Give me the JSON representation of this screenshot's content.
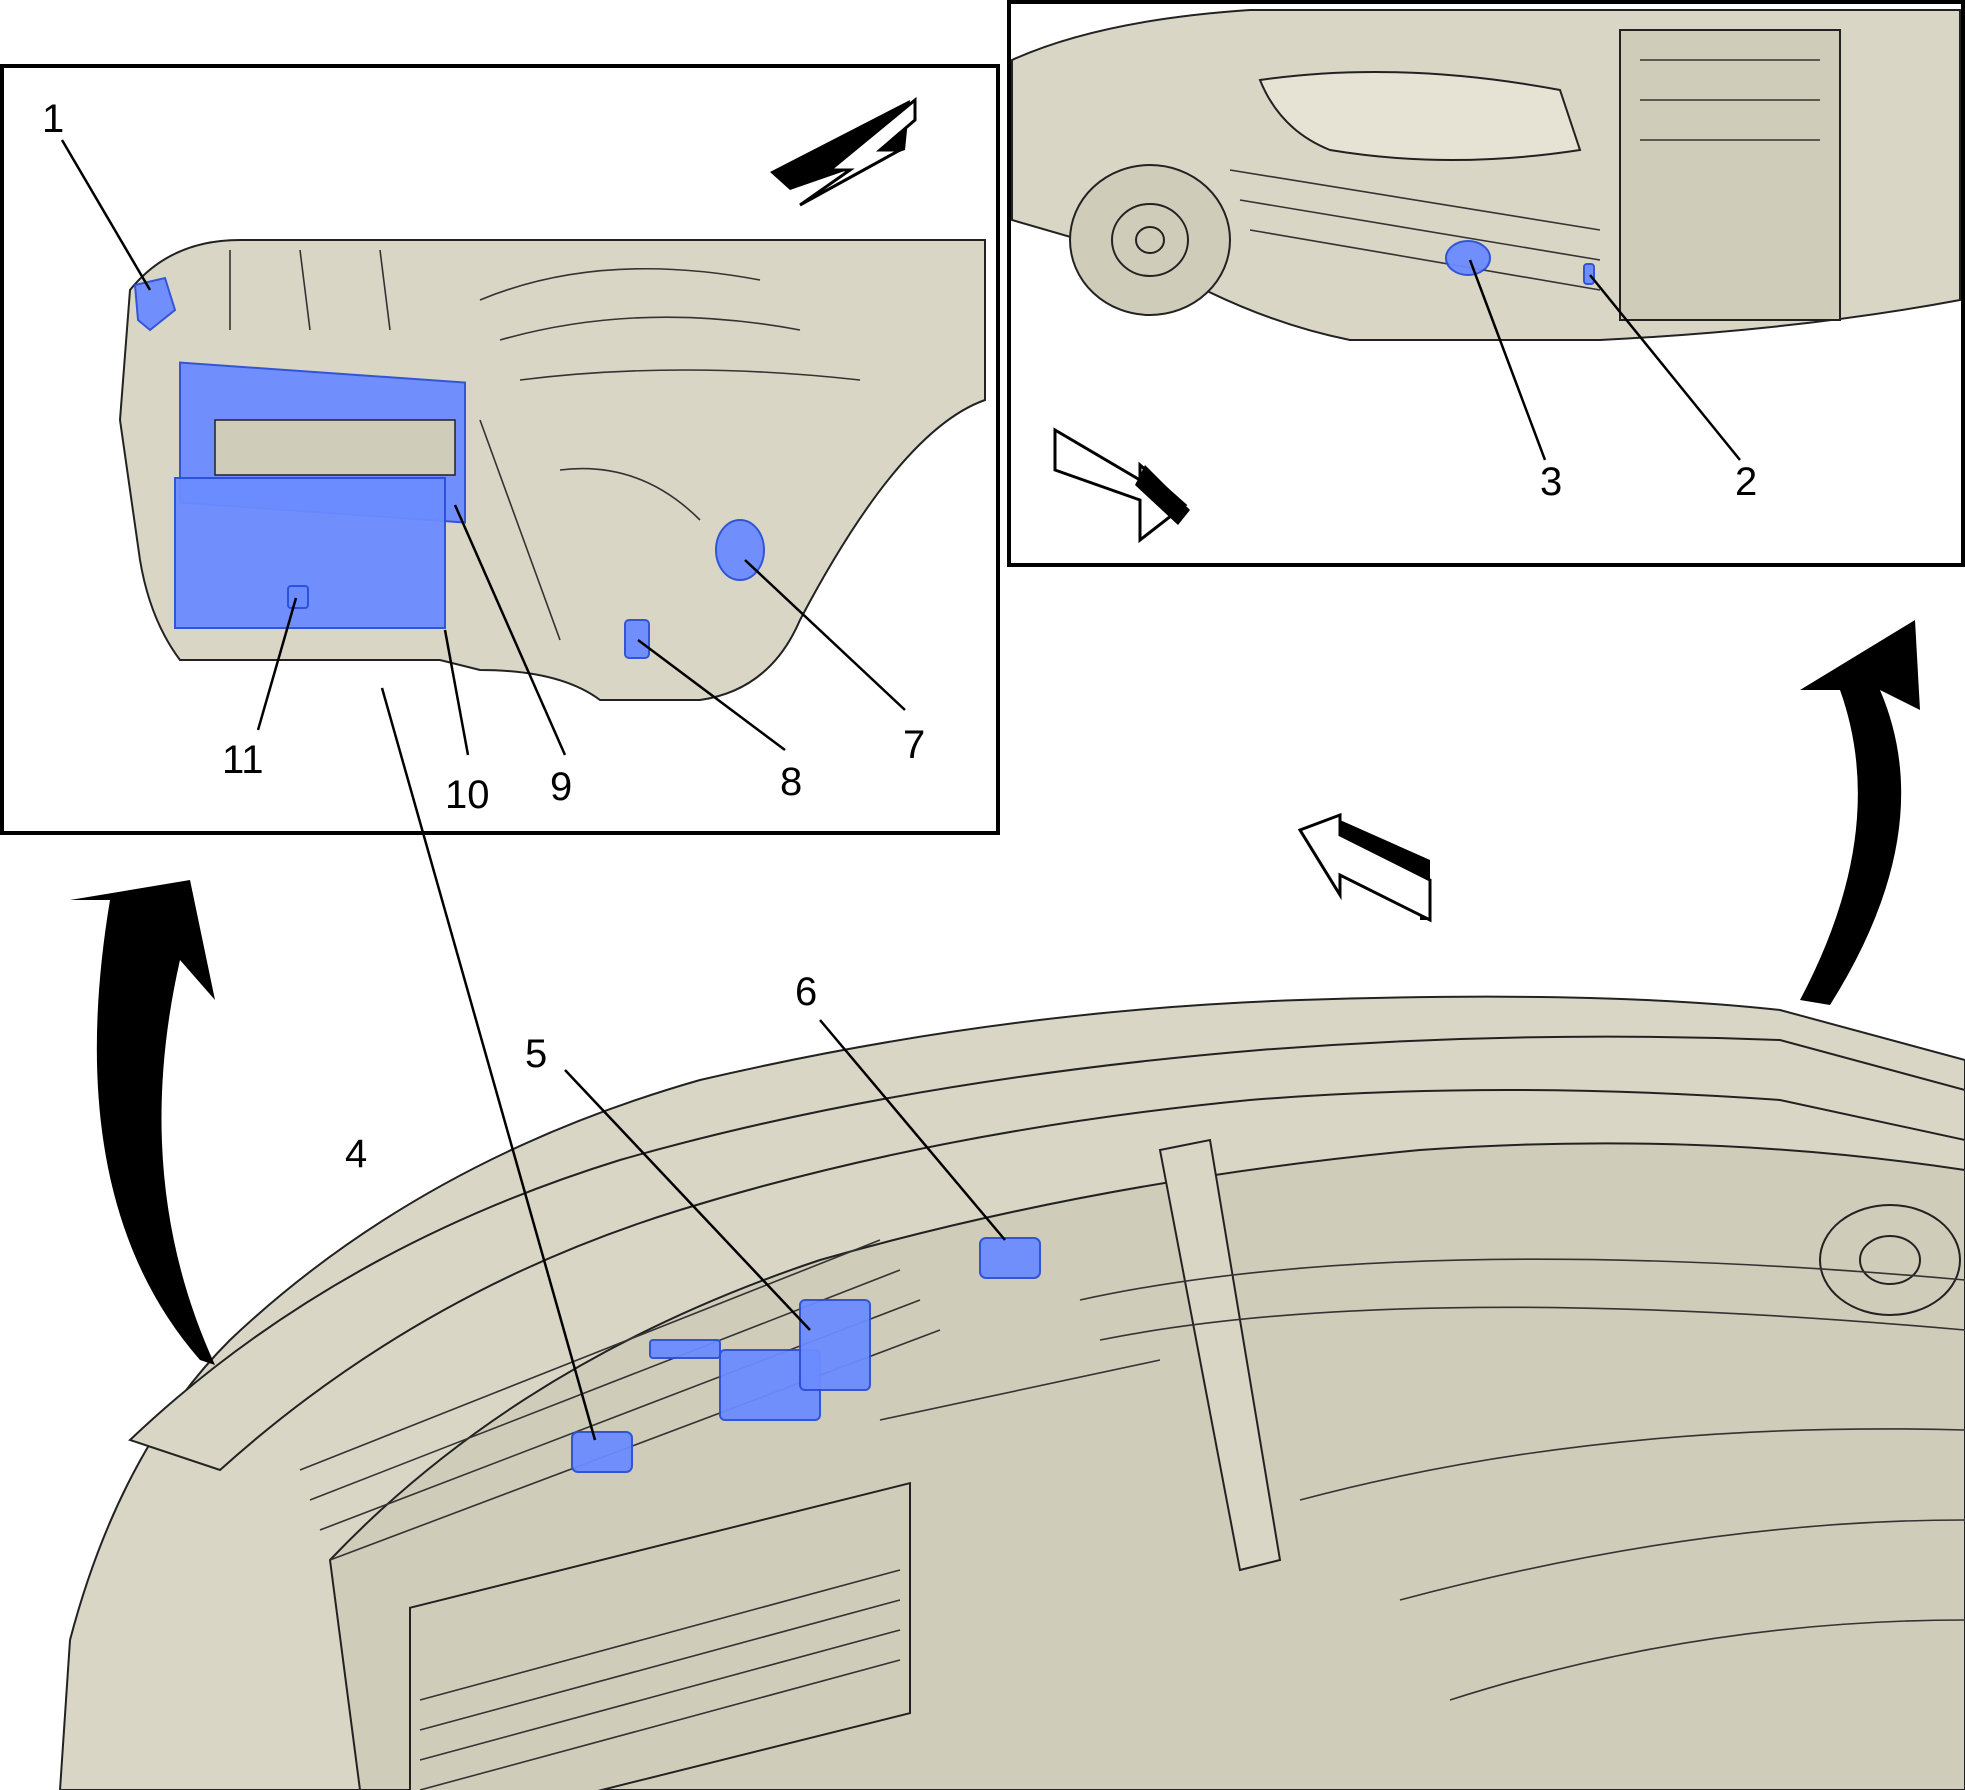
{
  "colors": {
    "body": "#d9d6c6",
    "highlight": "#6b8cff",
    "outline": "#000000"
  },
  "callouts": [
    {
      "id": "1",
      "label": "1"
    },
    {
      "id": "2",
      "label": "2"
    },
    {
      "id": "3",
      "label": "3"
    },
    {
      "id": "4",
      "label": "4"
    },
    {
      "id": "5",
      "label": "5"
    },
    {
      "id": "6",
      "label": "6"
    },
    {
      "id": "7",
      "label": "7"
    },
    {
      "id": "8",
      "label": "8"
    },
    {
      "id": "9",
      "label": "9"
    },
    {
      "id": "10",
      "label": "10"
    },
    {
      "id": "11",
      "label": "11"
    }
  ]
}
